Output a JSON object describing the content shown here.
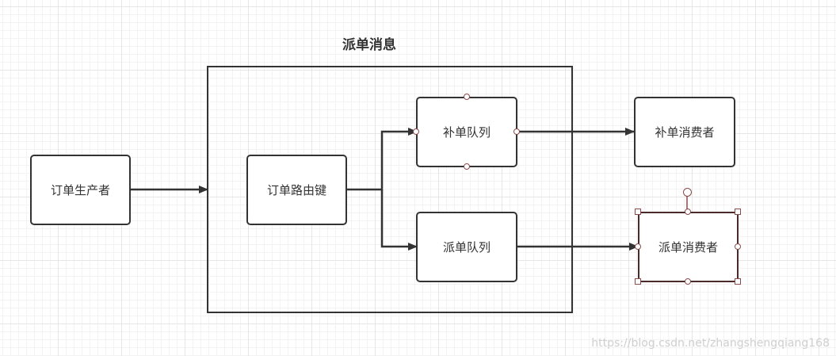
{
  "diagram": {
    "title": "派单消息",
    "nodes": {
      "producer": "订单生产者",
      "routing_key": "订单路由键",
      "reissue_queue": "补单队列",
      "dispatch_queue": "派单队列",
      "reissue_consumer": "补单消费者",
      "dispatch_consumer": "派单消费者"
    },
    "colors": {
      "stroke": "#333333",
      "handle": "#8a4b4b",
      "grid": "#e6e6e6"
    }
  },
  "watermark": "https://blog.csdn.net/zhangshengqiang168"
}
